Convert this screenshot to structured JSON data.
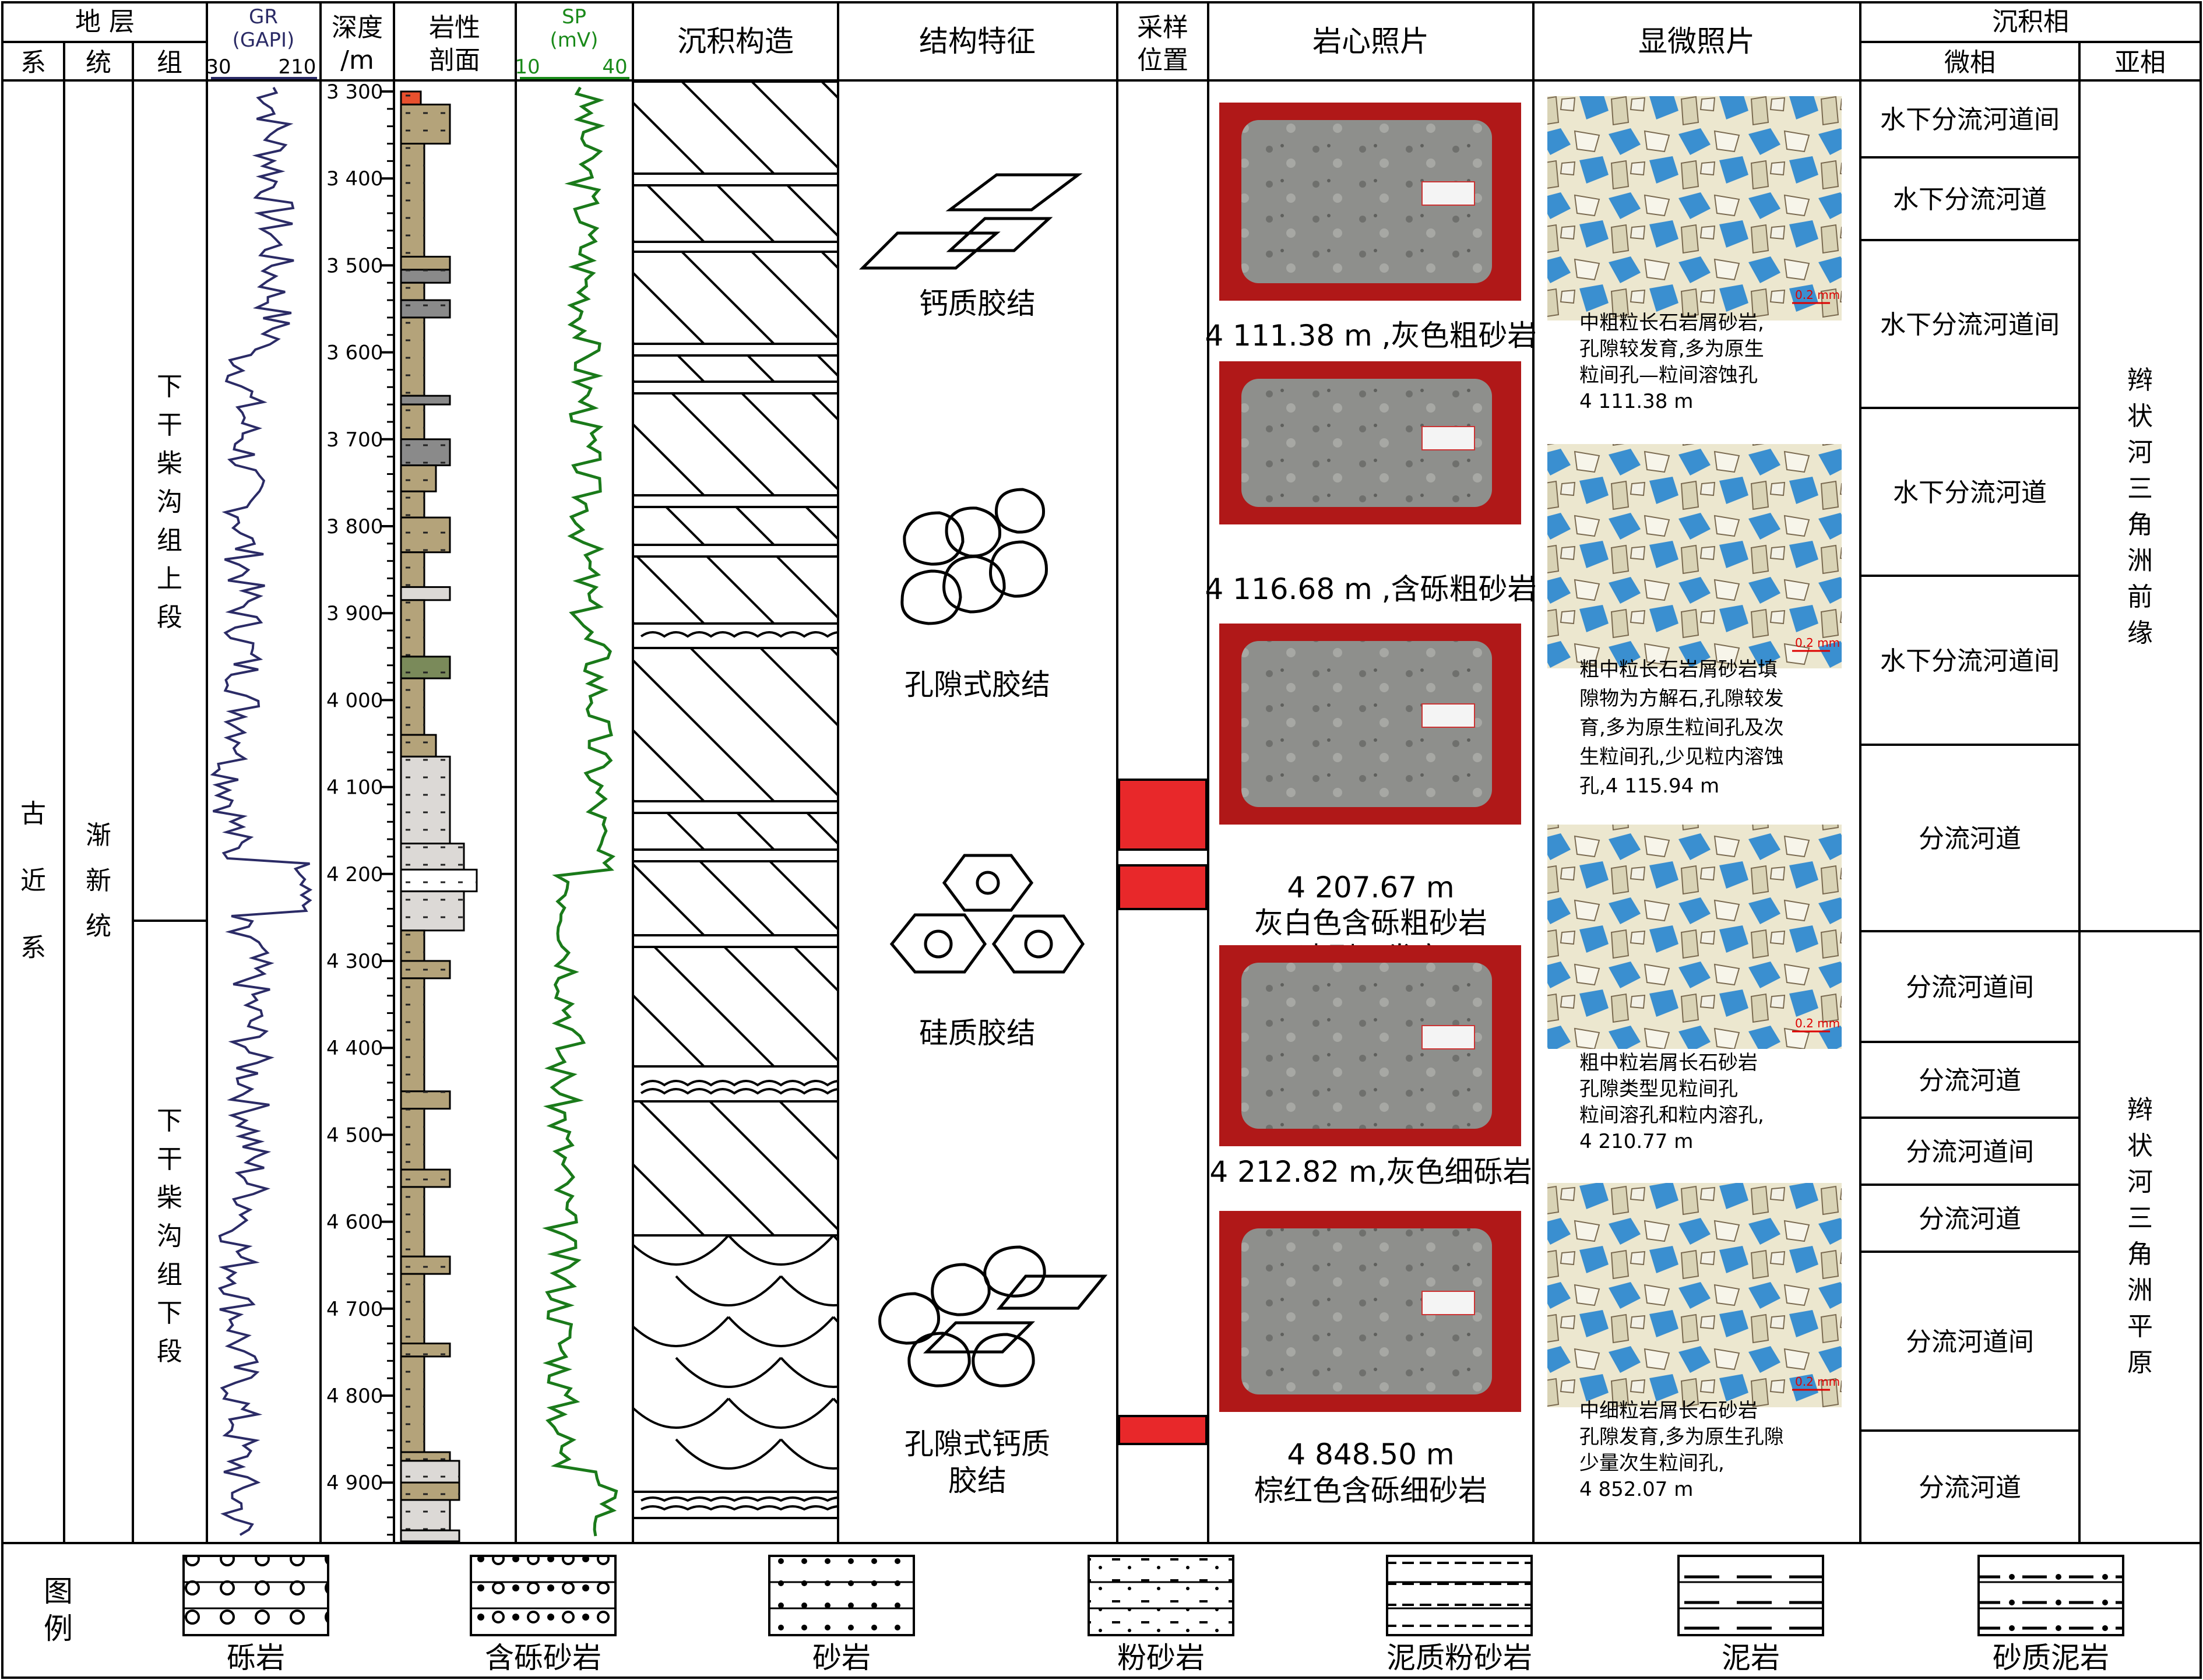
{
  "headers": {
    "stratum": "地 层",
    "system": "系",
    "series": "统",
    "formation": "组",
    "gr_name": "GR",
    "gr_unit": "(GAPI)",
    "gr_min": "30",
    "gr_max": "210",
    "depth": "深度",
    "depth_unit": "/m",
    "lithology_1": "岩性",
    "lithology_2": "剖面",
    "sp_name": "SP",
    "sp_unit": "(mV)",
    "sp_min": "10",
    "sp_max": "40",
    "sed_structure": "沉积构造",
    "texture": "结构特征",
    "sample_1": "采样",
    "sample_2": "位置",
    "core_photo": "岩心照片",
    "micro_photo": "显微照片",
    "facies": "沉积相",
    "microfacies": "微相",
    "subfacies": "亚相"
  },
  "strata": {
    "system": "古近系",
    "series": "渐新统",
    "formation_upper": "下干柴沟组上段",
    "formation_lower": "下干柴沟组下段"
  },
  "depth_ticks": [
    "3 300",
    "3 400",
    "3 500",
    "3 600",
    "3 700",
    "3 800",
    "3 900",
    "4 000",
    "4 100",
    "4 200",
    "4 300",
    "4 400",
    "4 500",
    "4 600",
    "4 700",
    "4 800",
    "4 900"
  ],
  "texture_labels": [
    "钙质胶结",
    "孔隙式胶结",
    "硅质胶结",
    "孔隙式钙质",
    "胶结"
  ],
  "core_captions": [
    [
      "4 111.38 m ,灰色粗砂岩"
    ],
    [
      "4 116.68 m ,含砾粗砂岩"
    ],
    [
      "4 207.67 m",
      "灰白色含砾粗砂岩",
      "冲刷面发育"
    ],
    [
      "4 212.82 m,灰色细砾岩"
    ],
    [
      "4 848.50 m",
      "棕红色含砾细砂岩"
    ]
  ],
  "micro_captions": [
    [
      "中粗粒长石岩屑砂岩,",
      "孔隙较发育,多为原生",
      "粒间孔—粒间溶蚀孔",
      "4 111.38 m"
    ],
    [
      "粗中粒长石岩屑砂岩填",
      "隙物为方解石,孔隙较发",
      "育,多为原生粒间孔及次",
      "生粒间孔,少见粒内溶蚀",
      "孔,4 115.94 m"
    ],
    [
      "粗中粒岩屑长石砂岩",
      "孔隙类型见粒间孔",
      "粒间溶孔和粒内溶孔,",
      "4 210.77 m"
    ],
    [
      "中细粒岩屑长石砂岩",
      "孔隙发育,多为原生孔隙",
      "少量次生粒间孔,",
      "4 852.07 m"
    ]
  ],
  "scale_label": "0.2 mm",
  "microfacies": [
    "水下分流河道间",
    "水下分流河道",
    "水下分流河道间",
    "水下分流河道",
    "水下分流河道间",
    "分流河道",
    "分流河道间",
    "分流河道",
    "分流河道间",
    "分流河道",
    "分流河道间",
    "分流河道"
  ],
  "subfacies": [
    "辫状河三角洲前缘",
    "辫状河三角洲平原"
  ],
  "legend": {
    "title_1": "图",
    "title_2": "例",
    "items": [
      "砾岩",
      "含砾砂岩",
      "砂岩",
      "粉砂岩",
      "泥质粉砂岩",
      "泥岩",
      "砂质泥岩"
    ]
  },
  "colors": {
    "gr_curve": "#2b2b66",
    "sp_curve": "#1a7a1a",
    "sp_header": "#1a8a1a",
    "lith_fill": "#b4a37a",
    "lith_gray": "#8a8a8a",
    "lith_light": "#dcd9d6",
    "lith_olive": "#7a8a5a",
    "sample_red": "#e8282a",
    "core_bg": "#b01818",
    "micro_bg": "#e6e2cc",
    "pore_blue": "#3a8fd0"
  }
}
